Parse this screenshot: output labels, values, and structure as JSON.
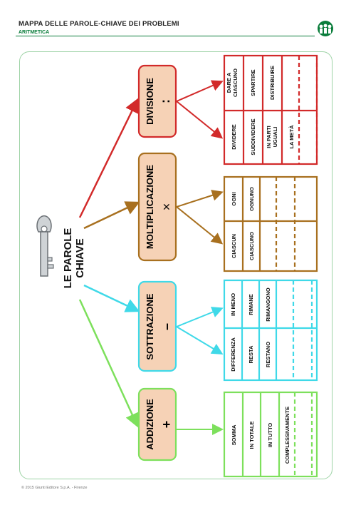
{
  "header": {
    "title": "MAPPA DELLE PAROLE-CHIAVE DEI PROBLEMI",
    "subtitle": "ARITMETICA"
  },
  "center": {
    "line1": "LE PAROLE",
    "line2": "CHIAVE"
  },
  "operations": {
    "divisione": {
      "name": "DIVISIONE",
      "symbol": ":",
      "col_a": [
        "DARE A CIASCUNO",
        "SPARTIRE",
        "DISTRIBUIRE"
      ],
      "col_b": [
        "DIVIDERE",
        "SUDDIVIDERE",
        "IN PARTI UGUALI",
        "LA METÀ"
      ]
    },
    "moltiplicazione": {
      "name": "MOLTIPLICAZIONE",
      "symbol": "×",
      "col_a": [
        "OGNI",
        "OGNUNO"
      ],
      "col_b": [
        "CIASCUN",
        "CIASCUNO"
      ]
    },
    "sottrazione": {
      "name": "SOTTRAZIONE",
      "symbol": "–",
      "col_a": [
        "IN MENO",
        "RIMANE",
        "RIMANGONO"
      ],
      "col_b": [
        "DIFFERENZA",
        "RESTA",
        "RESTANO"
      ]
    },
    "addizione": {
      "name": "ADDIZIONE",
      "symbol": "+",
      "col_a": [
        "SOMMA",
        "IN TOTALE",
        "IN TUTTO",
        "COMPLESSIVAMENTE"
      ]
    }
  },
  "footer": "© 2015 Giunti Editore S.p.A. - Firenze",
  "colors": {
    "red": "#d22a2a",
    "brown": "#a8701f",
    "cyan": "#3fd9e8",
    "green": "#7de05c",
    "box_fill": "#f6d2b6",
    "green_accent": "#0a7d3b"
  },
  "icons": [
    "key-icon",
    "school-logo-icon"
  ]
}
